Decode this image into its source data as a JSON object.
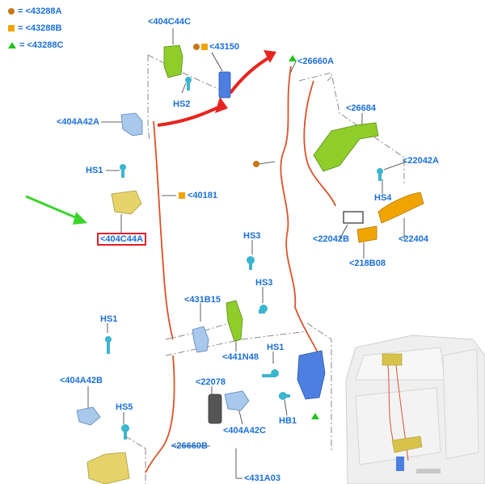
{
  "legend": [
    {
      "symbol": "dot",
      "text": "= <43288A"
    },
    {
      "symbol": "square",
      "text": "= <43288B"
    },
    {
      "symbol": "triangle",
      "text": "= <43288C"
    }
  ],
  "labels": {
    "c404C44C": "<404C44C",
    "c43150": "<43150",
    "c26660A": "<26660A",
    "c404A42A": "<404A42A",
    "hs2": "HS2",
    "c26684": "<26684",
    "hs1_top": "HS1",
    "c40181": "<40181",
    "c22042A": "<22042A",
    "hs4": "HS4",
    "c404C44A": "<404C44A",
    "c22042B": "<22042B",
    "c22404": "<22404",
    "hs3_a": "HS3",
    "c218B08": "<218B08",
    "hs3_b": "HS3",
    "c431B15": "<431B15",
    "hs1_left": "HS1",
    "c441N48": "<441N48",
    "hs1_mid": "HS1",
    "c404A42B": "<404A42B",
    "c22078": "<22078",
    "hs5": "HS5",
    "c404A42C": "<404A42C",
    "hb1": "HB1",
    "c26660B": "<26660B",
    "c431A03": "<431A03"
  },
  "colors": {
    "label": "#1a6fd8",
    "cable": "#d9532b",
    "arrow_red": "#e8241f",
    "arrow_green": "#3cd42c",
    "part_blue": "#4d7fe0",
    "part_green": "#8fcd2a",
    "part_yellow": "#e6d46a",
    "part_orange": "#f0a400",
    "part_teal": "#3cb5cf"
  }
}
